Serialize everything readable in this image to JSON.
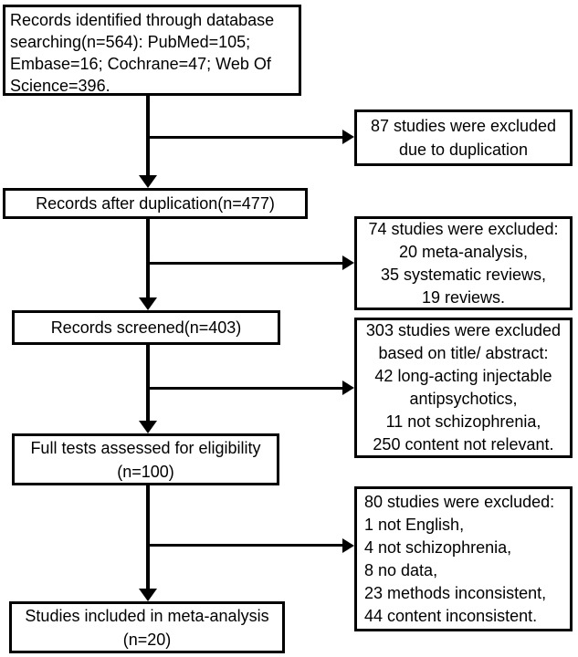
{
  "colors": {
    "background": "#ffffff",
    "box_border": "#000000",
    "text": "#000000",
    "arrow": "#000000"
  },
  "flow": {
    "main": [
      {
        "id": "records-identified",
        "lines": [
          "Records identified through database",
          "searching(n=564): PubMed=105;",
          "Embase=16; Cochrane=47; Web Of",
          "Science=396."
        ]
      },
      {
        "id": "records-after-duplication",
        "lines": [
          "Records after duplication(n=477)"
        ]
      },
      {
        "id": "records-screened",
        "lines": [
          "Records screened(n=403)"
        ]
      },
      {
        "id": "full-tests-assessed",
        "lines": [
          "Full tests assessed for eligibility",
          "(n=100)"
        ]
      },
      {
        "id": "studies-included",
        "lines": [
          "Studies included in meta-analysis",
          "(n=20)"
        ]
      }
    ],
    "exclusions": [
      {
        "id": "excluded-duplication",
        "lines": [
          "87 studies were excluded",
          "due to duplication"
        ]
      },
      {
        "id": "excluded-reviews",
        "lines": [
          "74 studies were excluded:",
          "20 meta-analysis,",
          "35 systematic reviews,",
          "19 reviews."
        ]
      },
      {
        "id": "excluded-title-abstract",
        "lines": [
          "303 studies were excluded",
          "based on title/ abstract:",
          "42 long-acting injectable",
          "antipsychotics,",
          "11 not schizophrenia,",
          "250 content not relevant."
        ]
      },
      {
        "id": "excluded-full-text",
        "lines": [
          "80 studies were excluded:",
          "1 not English,",
          "4 not schizophrenia,",
          "8 no data,",
          "23 methods inconsistent,",
          "44 content inconsistent."
        ]
      }
    ]
  }
}
